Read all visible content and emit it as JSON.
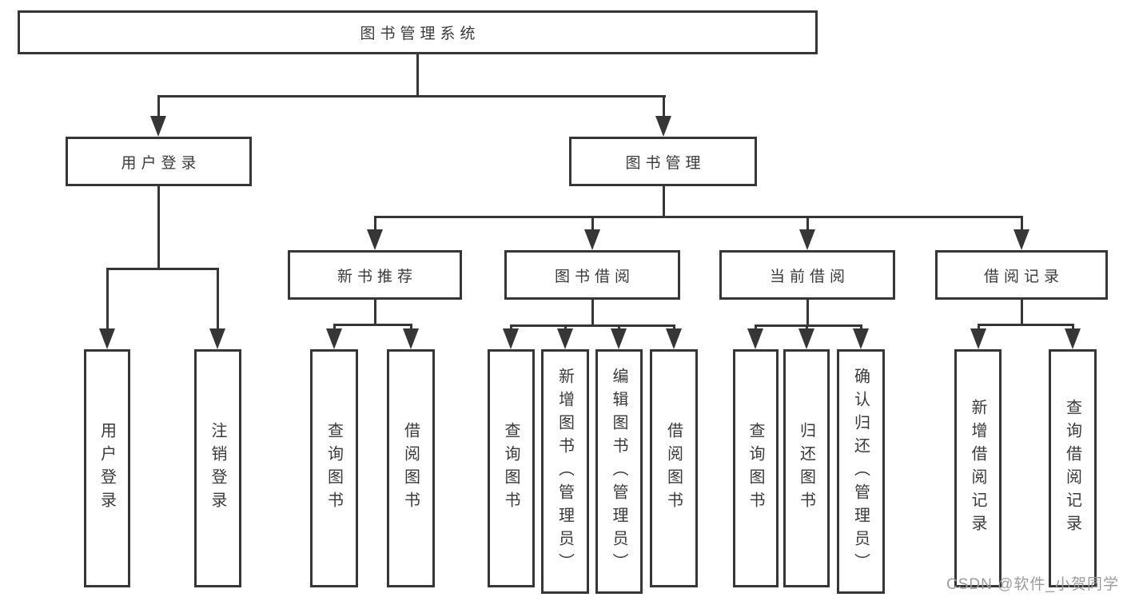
{
  "diagram": {
    "root": {
      "label": "图书管理系统"
    },
    "level2": [
      {
        "id": "user-login",
        "label": "用户登录"
      },
      {
        "id": "book-management",
        "label": "图书管理"
      }
    ],
    "level3": [
      {
        "id": "new-book-recommend",
        "label": "新书推荐"
      },
      {
        "id": "book-borrowing",
        "label": "图书借阅"
      },
      {
        "id": "current-borrowing",
        "label": "当前借阅"
      },
      {
        "id": "borrowing-records",
        "label": "借阅记录"
      }
    ],
    "leaves": [
      {
        "id": "user-login-leaf",
        "label": "用户登录"
      },
      {
        "id": "logout",
        "label": "注销登录"
      },
      {
        "id": "query-books-1",
        "label": "查询图书"
      },
      {
        "id": "borrow-books-1",
        "label": "借阅图书"
      },
      {
        "id": "query-books-2",
        "label": "查询图书"
      },
      {
        "id": "add-books-admin",
        "label": "新增图书（管理员）"
      },
      {
        "id": "edit-books-admin",
        "label": "编辑图书（管理员）"
      },
      {
        "id": "borrow-books-2",
        "label": "借阅图书"
      },
      {
        "id": "query-books-3",
        "label": "查询图书"
      },
      {
        "id": "return-books",
        "label": "归还图书"
      },
      {
        "id": "confirm-return-admin",
        "label": "确认归还（管理员）"
      },
      {
        "id": "add-borrow-record",
        "label": "新增借阅记录"
      },
      {
        "id": "query-borrow-record",
        "label": "查询借阅记录"
      }
    ],
    "colors": {
      "line": "#363636",
      "text": "#3a3a3a",
      "watermark_color": "#9b9b9b",
      "background": "#ffffff"
    }
  },
  "watermark": "CSDN @软件_小贺同学"
}
